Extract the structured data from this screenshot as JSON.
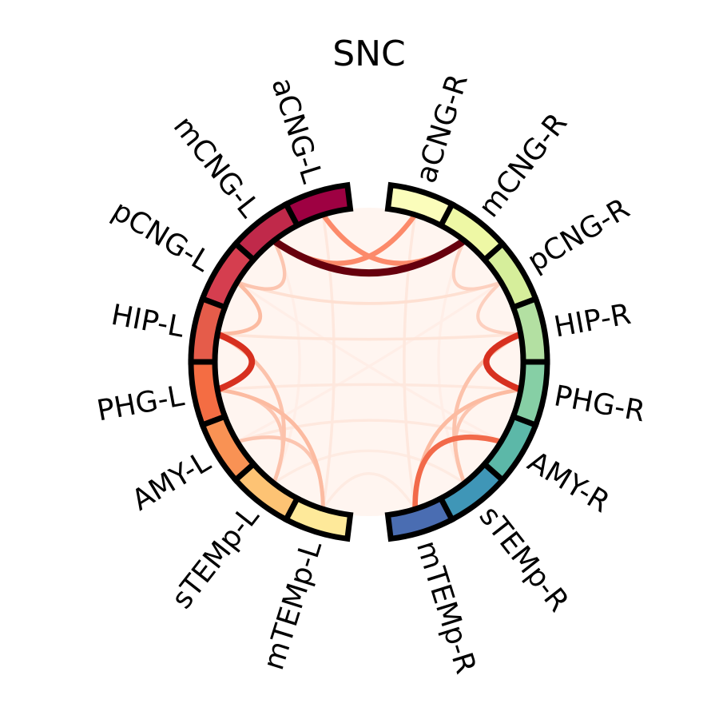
{
  "title": "SNC",
  "nodes": [
    {
      "id": "aCNG-L",
      "color": "#9e0142"
    },
    {
      "id": "mCNG-L",
      "color": "#c0294a"
    },
    {
      "id": "pCNG-L",
      "color": "#d53e4f"
    },
    {
      "id": "HIP-L",
      "color": "#e55c4a"
    },
    {
      "id": "PHG-L",
      "color": "#f46d43"
    },
    {
      "id": "AMY-L",
      "color": "#f99254"
    },
    {
      "id": "sTEMp-L",
      "color": "#fdc374"
    },
    {
      "id": "mTEMp-L",
      "color": "#fee99a"
    },
    {
      "id": "mTEMp-R",
      "color": "#4a6db2"
    },
    {
      "id": "sTEMp-R",
      "color": "#3f96b7"
    },
    {
      "id": "AMY-R",
      "color": "#5cb8a8"
    },
    {
      "id": "PHG-R",
      "color": "#86cfa5"
    },
    {
      "id": "HIP-R",
      "color": "#b3e0a2"
    },
    {
      "id": "pCNG-R",
      "color": "#d6ee9b"
    },
    {
      "id": "mCNG-R",
      "color": "#eef8a5"
    },
    {
      "id": "aCNG-R",
      "color": "#fbfdbb"
    }
  ],
  "connections": [
    {
      "from": "mCNG-L",
      "to": "mCNG-R",
      "strength": 1.0,
      "color": "#67000d"
    },
    {
      "from": "HIP-L",
      "to": "PHG-L",
      "strength": 0.8,
      "color": "#d7301f"
    },
    {
      "from": "HIP-R",
      "to": "PHG-R",
      "strength": 0.8,
      "color": "#d7301f"
    },
    {
      "from": "aCNG-L",
      "to": "mCNG-R",
      "strength": 0.55,
      "color": "#fc8a6a"
    },
    {
      "from": "mCNG-L",
      "to": "aCNG-R",
      "strength": 0.55,
      "color": "#fc8a6a"
    },
    {
      "from": "mTEMp-R",
      "to": "AMY-R",
      "strength": 0.6,
      "color": "#f26a4a"
    },
    {
      "from": "pCNG-L",
      "to": "HIP-L",
      "strength": 0.3,
      "color": "#fcbba1"
    },
    {
      "from": "mCNG-L",
      "to": "pCNG-L",
      "strength": 0.25,
      "color": "#fcc5b0"
    },
    {
      "from": "PHG-L",
      "to": "mTEMp-L",
      "strength": 0.3,
      "color": "#fcbba1"
    },
    {
      "from": "HIP-L",
      "to": "sTEMp-L",
      "strength": 0.28,
      "color": "#fcc2ab"
    },
    {
      "from": "AMY-L",
      "to": "mTEMp-L",
      "strength": 0.25,
      "color": "#fcc5b0"
    },
    {
      "from": "PHG-L",
      "to": "sTEMp-L",
      "strength": 0.25,
      "color": "#fcc5b0"
    },
    {
      "from": "PHG-R",
      "to": "mTEMp-R",
      "strength": 0.3,
      "color": "#fcbba1"
    },
    {
      "from": "HIP-R",
      "to": "sTEMp-R",
      "strength": 0.28,
      "color": "#fcc2ab"
    },
    {
      "from": "PHG-R",
      "to": "sTEMp-R",
      "strength": 0.25,
      "color": "#fcc5b0"
    },
    {
      "from": "pCNG-R",
      "to": "HIP-R",
      "strength": 0.2,
      "color": "#fdd0bf"
    },
    {
      "from": "mCNG-R",
      "to": "pCNG-R",
      "strength": 0.2,
      "color": "#fdd0bf"
    },
    {
      "from": "pCNG-L",
      "to": "pCNG-R",
      "strength": 0.12,
      "color": "#fee0d2"
    },
    {
      "from": "HIP-L",
      "to": "HIP-R",
      "strength": 0.1,
      "color": "#fee5d9"
    },
    {
      "from": "aCNG-L",
      "to": "mTEMp-L",
      "strength": 0.08,
      "color": "#fee8de"
    },
    {
      "from": "aCNG-R",
      "to": "mTEMp-R",
      "strength": 0.08,
      "color": "#fee8de"
    },
    {
      "from": "PHG-L",
      "to": "PHG-R",
      "strength": 0.08,
      "color": "#fee8de"
    },
    {
      "from": "AMY-L",
      "to": "AMY-R",
      "strength": 0.08,
      "color": "#fee8de"
    },
    {
      "from": "sTEMp-L",
      "to": "sTEMp-R",
      "strength": 0.06,
      "color": "#feebe2"
    },
    {
      "from": "mTEMp-L",
      "to": "mTEMp-R",
      "strength": 0.06,
      "color": "#feebe2"
    },
    {
      "from": "pCNG-L",
      "to": "AMY-R",
      "strength": 0.05,
      "color": "#ffeee7"
    },
    {
      "from": "pCNG-R",
      "to": "AMY-L",
      "strength": 0.05,
      "color": "#ffeee7"
    },
    {
      "from": "mCNG-L",
      "to": "sTEMp-L",
      "strength": 0.05,
      "color": "#ffeee7"
    },
    {
      "from": "mCNG-R",
      "to": "sTEMp-R",
      "strength": 0.05,
      "color": "#ffeee7"
    }
  ]
}
